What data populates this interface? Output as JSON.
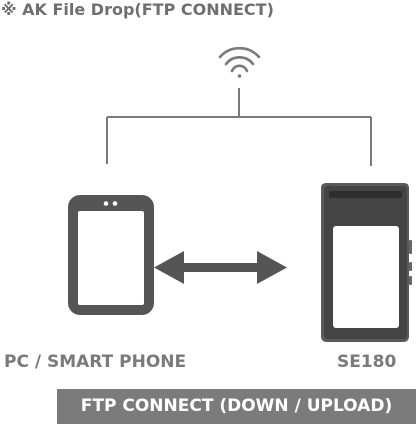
{
  "title": "※ AK File Drop(FTP CONNECT)",
  "devices": {
    "left_label": "PC / SMART PHONE",
    "right_label": "SE180"
  },
  "caption": "FTP CONNECT (DOWN / UPLOAD)",
  "colors": {
    "line": "#7a7a7a",
    "device_dark": "#555555",
    "screen": "#ffffff",
    "caption_bg": "#7b7b7b"
  },
  "icons": [
    "wifi-icon",
    "double-arrow-icon",
    "tablet-icon",
    "player-icon"
  ]
}
